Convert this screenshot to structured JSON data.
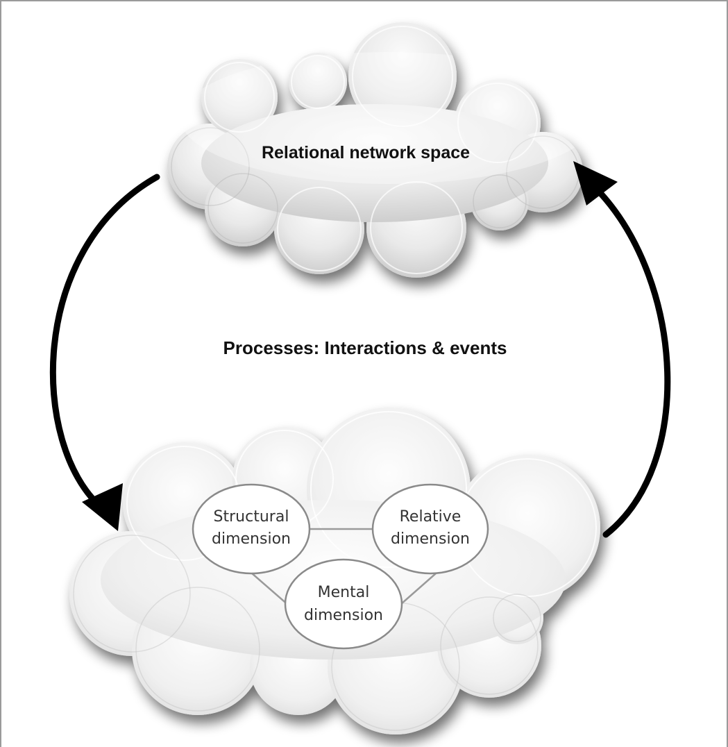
{
  "top_cloud": {
    "label": "Relational network space"
  },
  "process": {
    "label": "Processes: Interactions & events"
  },
  "bottom_cloud": {
    "dimensions": {
      "structural": {
        "line1": "Structural",
        "line2": "dimension"
      },
      "relative": {
        "line1": "Relative",
        "line2": "dimension"
      },
      "mental": {
        "line1": "Mental",
        "line2": "dimension"
      }
    }
  },
  "colors": {
    "cloud_fill": "#ececec",
    "cloud_shadow": "#9c9c9c",
    "arrow": "#000000",
    "ellipse_stroke": "#8a8a8a",
    "frame": "#9a9a9a"
  }
}
